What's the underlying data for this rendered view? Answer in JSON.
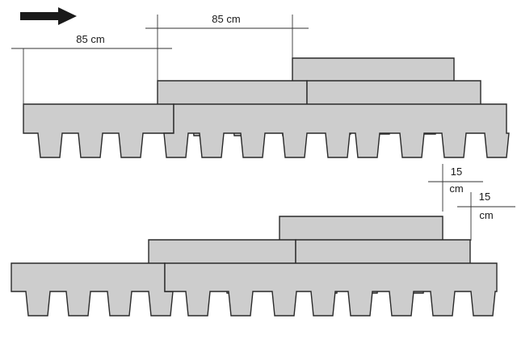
{
  "direction_arrow": {
    "icon": "arrow-right-icon",
    "color": "#1a1a1a"
  },
  "top_diagram": {
    "dimension_1": {
      "value": "85 cm"
    },
    "dimension_2": {
      "value": "85 cm"
    }
  },
  "bottom_diagram": {
    "dimension_1": {
      "value": "15",
      "unit": "cm"
    },
    "dimension_2": {
      "value": "15",
      "unit": "cm"
    }
  },
  "colors": {
    "shingle_fill": "#cdcdcd",
    "outline": "#2a2a2a"
  }
}
